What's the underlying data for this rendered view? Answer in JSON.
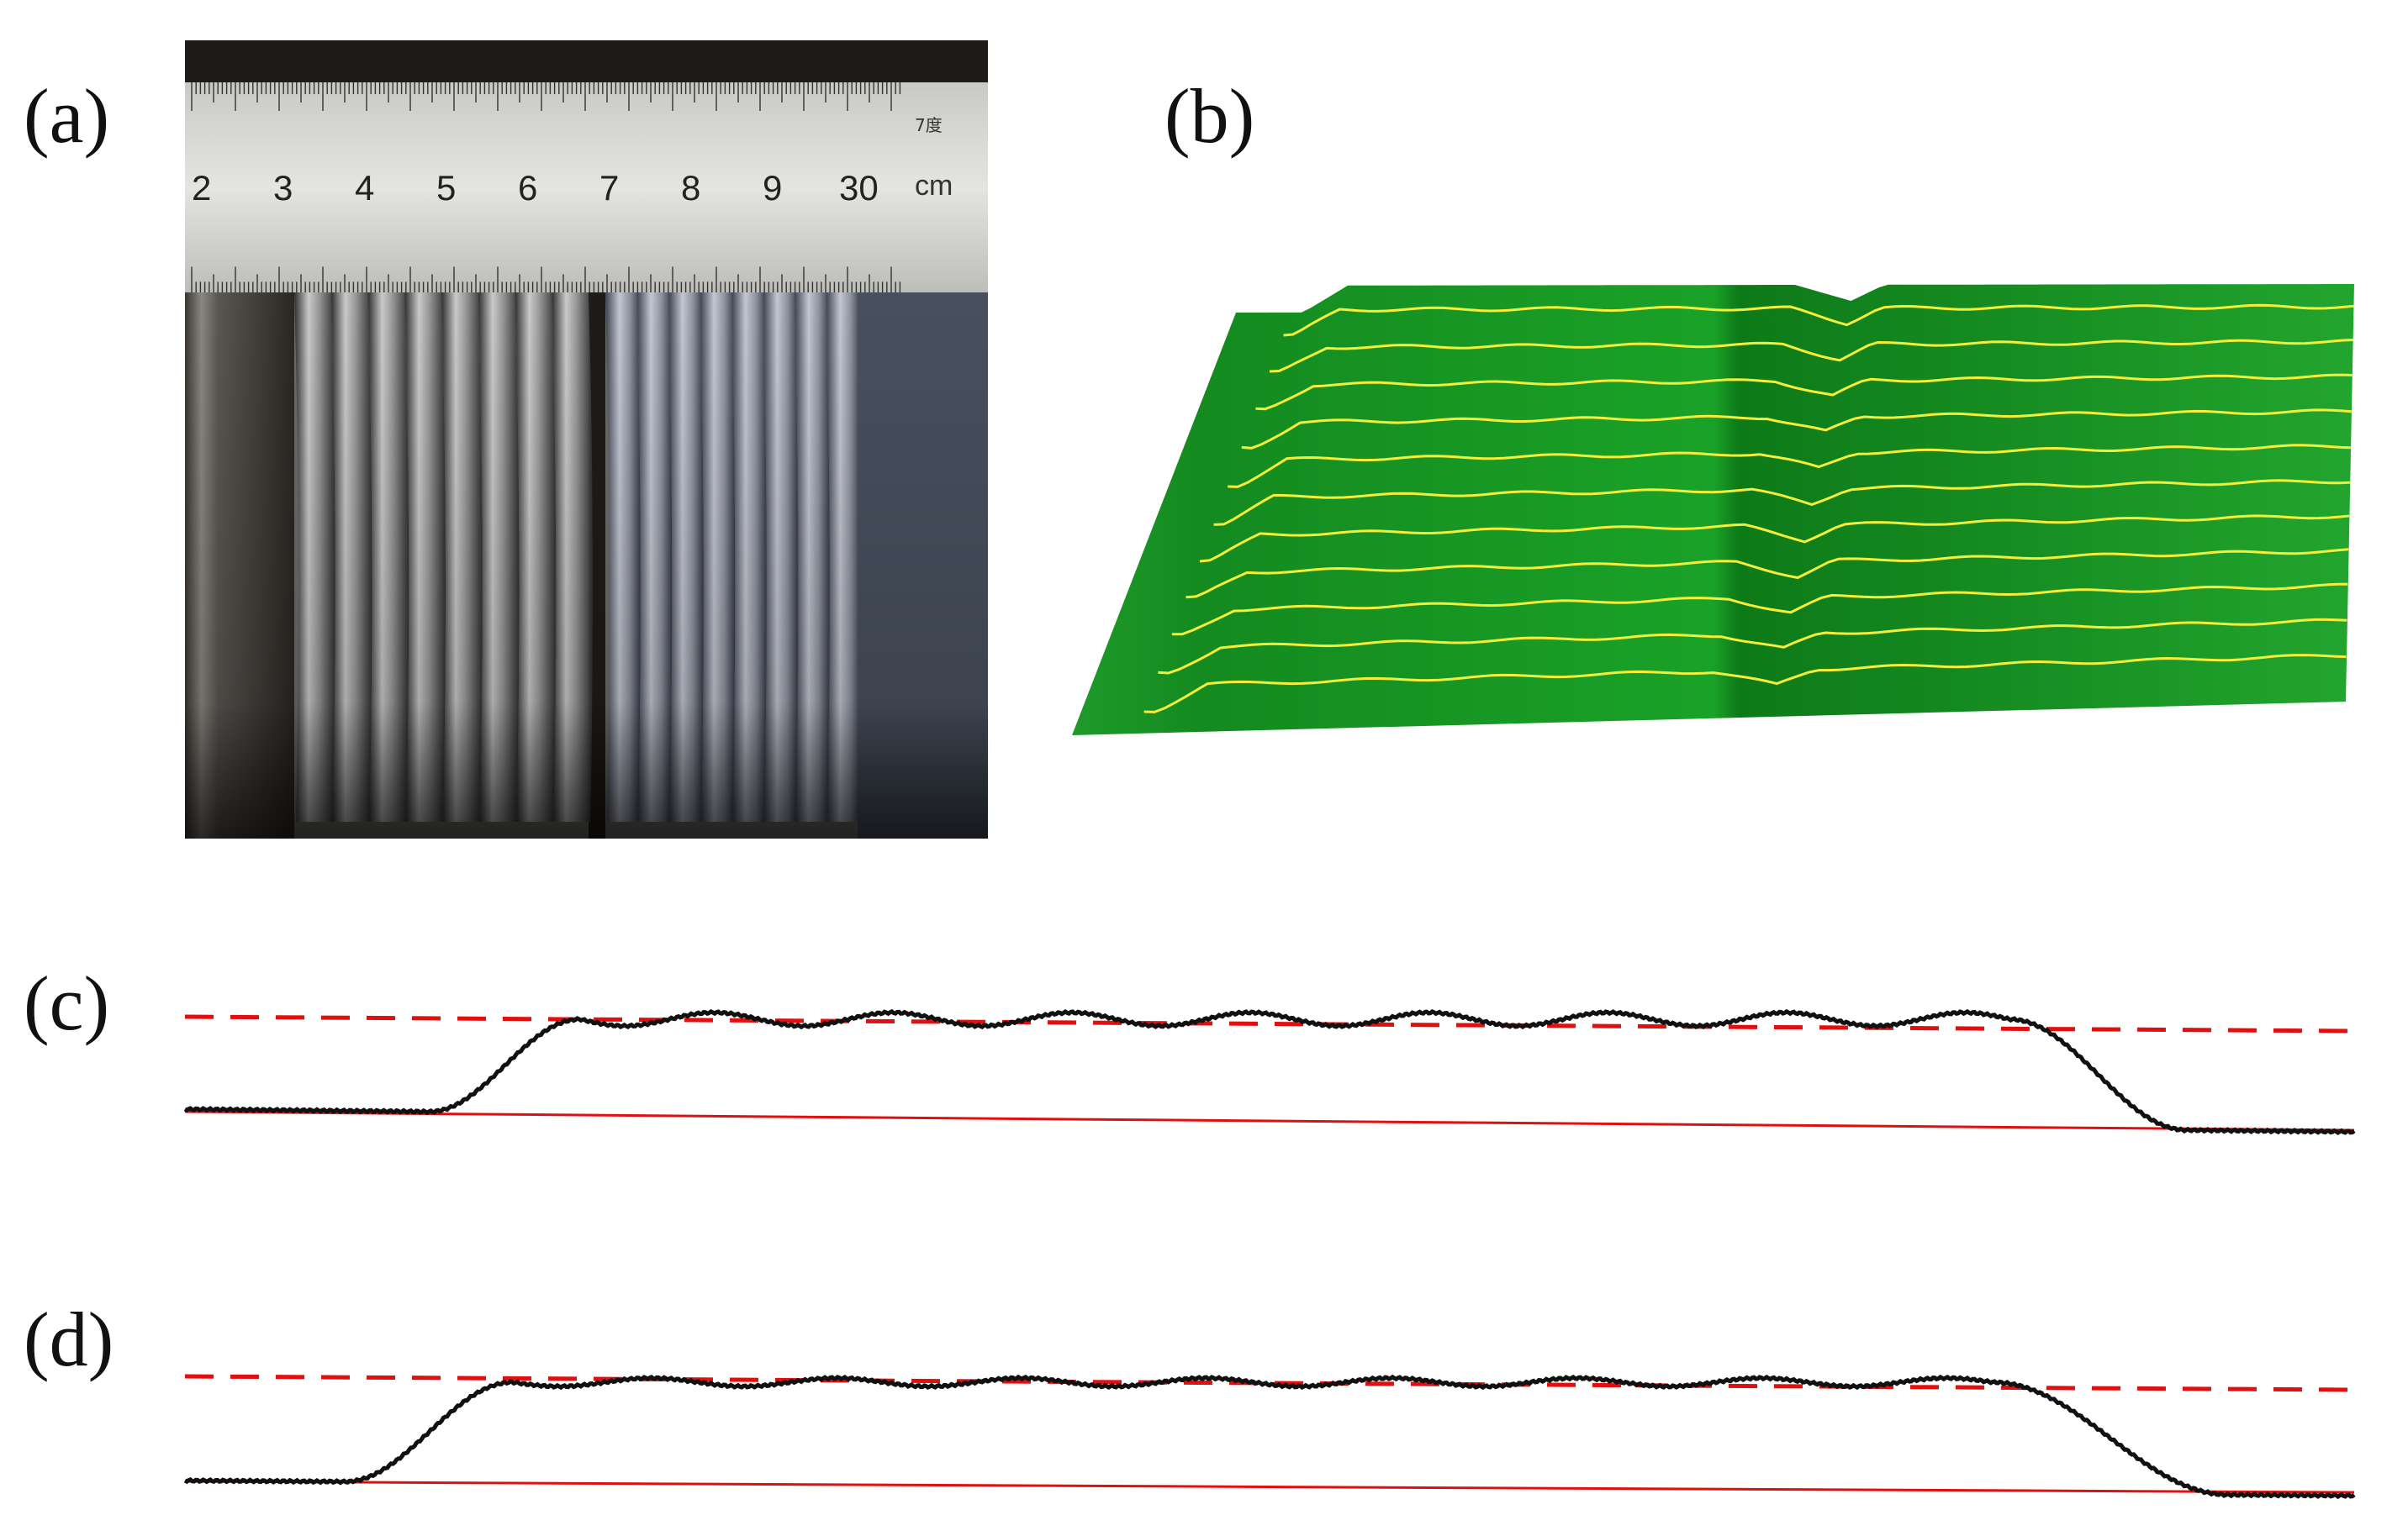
{
  "labels": {
    "a": "(a)",
    "b": "(b)",
    "c": "(c)",
    "d": "(d)"
  },
  "ruler": {
    "numbers": [
      "2",
      "3",
      "4",
      "5",
      "6",
      "7",
      "8",
      "9",
      "30"
    ],
    "unit": "cm",
    "maker": "7度"
  },
  "colors": {
    "surface": "#22a52e",
    "scan_line": "#f4ee3a",
    "profile": "#111111",
    "reference_line": "#e01010"
  },
  "profiles": {
    "c": {
      "ridge_count": 8
    },
    "d": {
      "ridge_count": 8
    }
  },
  "surface": {
    "scan_line_count": 11
  }
}
